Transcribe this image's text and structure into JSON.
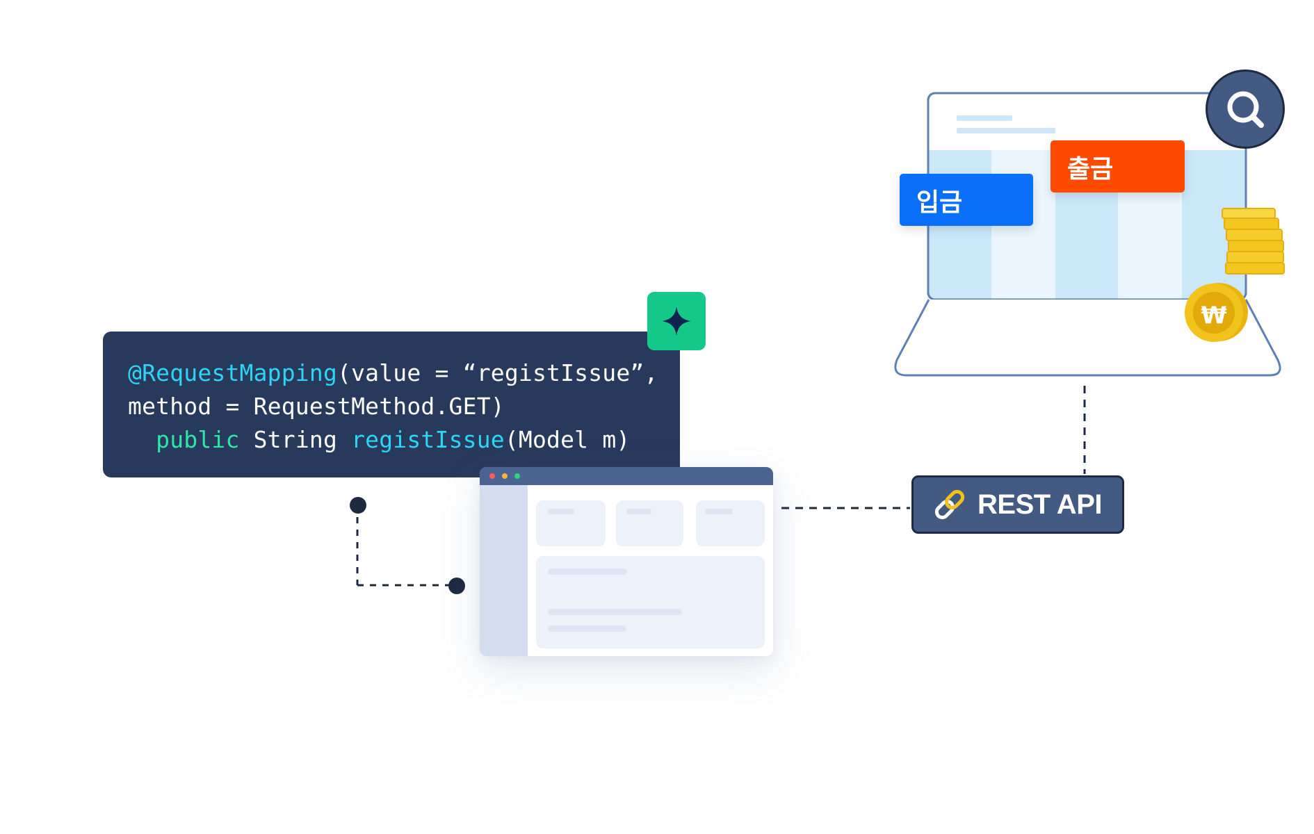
{
  "code": {
    "line1": {
      "annotation": "@RequestMapping",
      "rest": "(value = “registIssue”,"
    },
    "line2": "method = RequestMethod.GET)",
    "line3": {
      "indent": "  ",
      "keyword": "public",
      "type": " String ",
      "method": "registIssue",
      "rest": "(Model m)"
    }
  },
  "badges": {
    "sparkle_icon": "sparkle-icon"
  },
  "api": {
    "label": "REST API",
    "icon": "link-icon"
  },
  "laptop": {
    "deposit_label": "입금",
    "withdraw_label": "출금",
    "search_icon": "search-icon",
    "coin_symbol": "₩"
  },
  "colors": {
    "code_bg": "#283a5b",
    "sparkle_green": "#14c98a",
    "deposit_blue": "#0a6ffb",
    "withdraw_orange": "#ff4b00",
    "api_navy": "#435a83"
  }
}
